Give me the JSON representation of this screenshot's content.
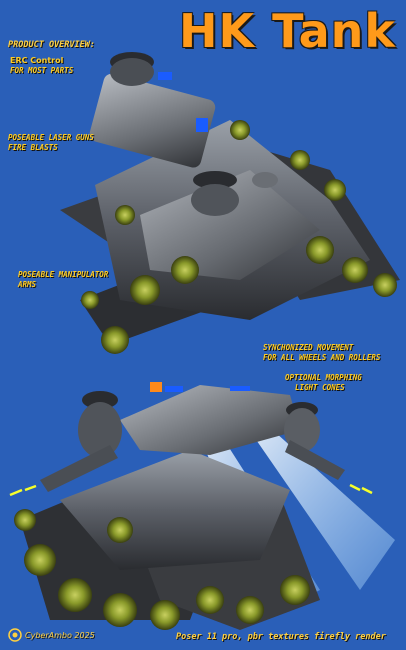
{
  "title": "HK Tank",
  "overview": {
    "header": "PRODUCT OVERVIEW:",
    "erc_title": "ERC Control",
    "erc_sub": "FOR MOST PARTS"
  },
  "features": {
    "lasers_title": "POSEABLE LASER GUNS",
    "lasers_sub": "FIRE BLASTS",
    "arms_title": "POSEABLE MANIPULATOR",
    "arms_sub": "ARMS",
    "sync_title": "SYNCHONIZED MOVEMENT",
    "sync_sub": "FOR ALL WHEELS AND ROLLERS",
    "morph_title": "OPTIONAL MORPHING",
    "morph_sub": "LIGHT CONES"
  },
  "footer": {
    "render_info": "Poser 11 pro, pbr textures firefly render",
    "copyright": "CyberAmbo 2025"
  },
  "colors": {
    "background": "#2a5fb8",
    "title": "#ff9a1a",
    "label": "#ffcc22",
    "track_wheel": "#8a9a2a",
    "beam": "#dff0ff"
  },
  "icons": {
    "copyright_logo": "circle-logo-icon"
  }
}
